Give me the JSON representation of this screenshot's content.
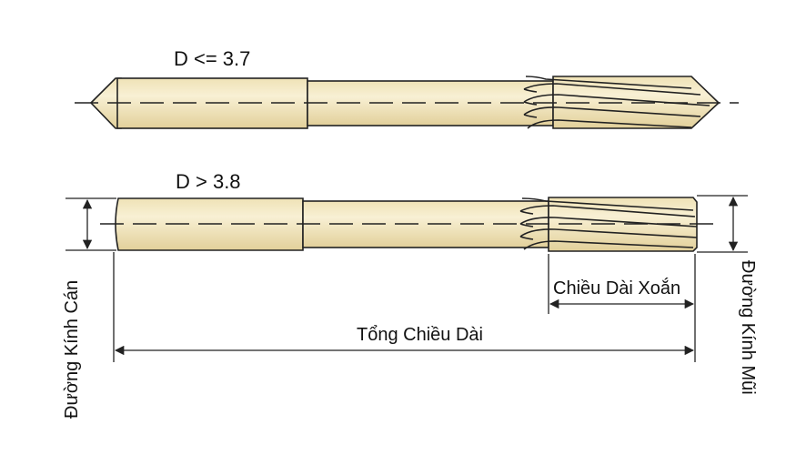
{
  "labels": {
    "top_condition": "D <= 3.7",
    "bottom_condition": "D > 3.8",
    "flute_length": "Chiều Dài Xoắn",
    "overall_length": "Tổng Chiều Dài",
    "shank_diameter": "Đường Kính Cán",
    "tip_diameter": "Đường Kính Mũi"
  },
  "colors": {
    "tool_fill": "#f4e9c2",
    "tool_shadow": "#e6d6a3",
    "outline": "#222222"
  }
}
